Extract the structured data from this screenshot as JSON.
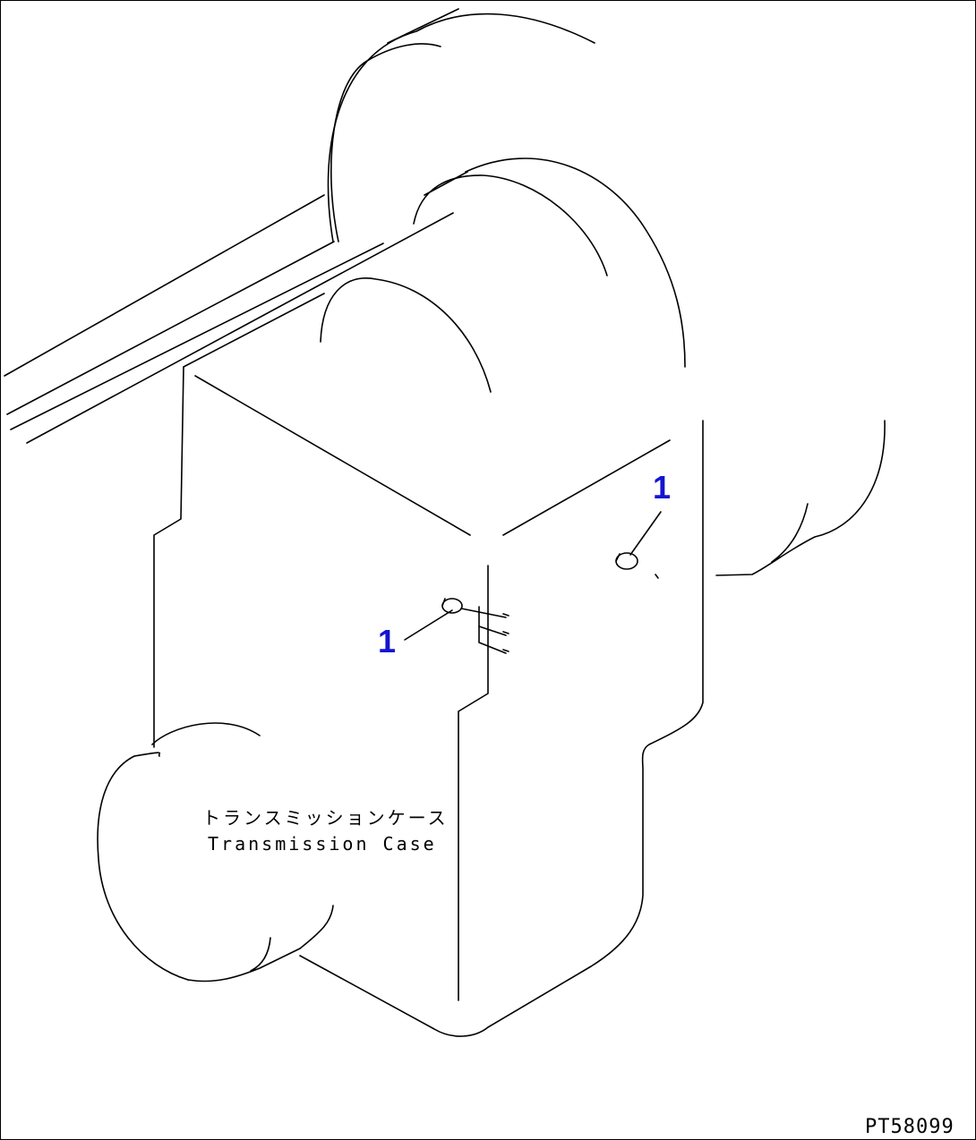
{
  "diagram": {
    "part_label_jp": "トランスミッションケース",
    "part_label_en": "Transmission Case",
    "callouts": [
      {
        "id": "callout-upper",
        "text": "1"
      },
      {
        "id": "callout-lower",
        "text": "1"
      }
    ],
    "drawing_code": "PT58099"
  },
  "colors": {
    "callout": "#1414d2",
    "line": "#000000",
    "background": "#ffffff"
  }
}
